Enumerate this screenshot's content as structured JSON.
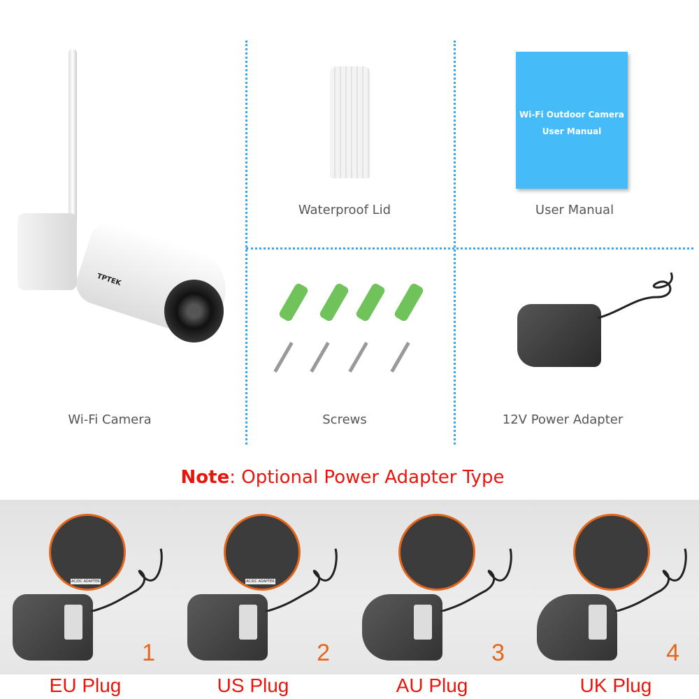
{
  "items": {
    "camera": {
      "label": "Wi-Fi Camera",
      "logo_text": "TPTEK"
    },
    "lid": {
      "label": "Waterproof Lid"
    },
    "manual": {
      "label": "User Manual",
      "cover_title": "Wi-Fi Outdoor Camera",
      "cover_subtitle": "User Manual",
      "cover_color": "#45bcf7"
    },
    "screws": {
      "label": "Screws",
      "count": 4
    },
    "adapter": {
      "label": "12V Power Adapter"
    }
  },
  "note": {
    "prefix": "Note",
    "text": ": Optional Power Adapter Type"
  },
  "plugs": [
    {
      "number": "1",
      "label": "EU Plug",
      "sticker": "AC/DC ADAPTER"
    },
    {
      "number": "2",
      "label": "US Plug",
      "sticker": "AC/DC ADAPTER"
    },
    {
      "number": "3",
      "label": "AU Plug"
    },
    {
      "number": "4",
      "label": "UK Plug"
    }
  ],
  "colors": {
    "divider": "#3aa8e8",
    "note": "#e8150d",
    "accent": "#e2671c"
  }
}
